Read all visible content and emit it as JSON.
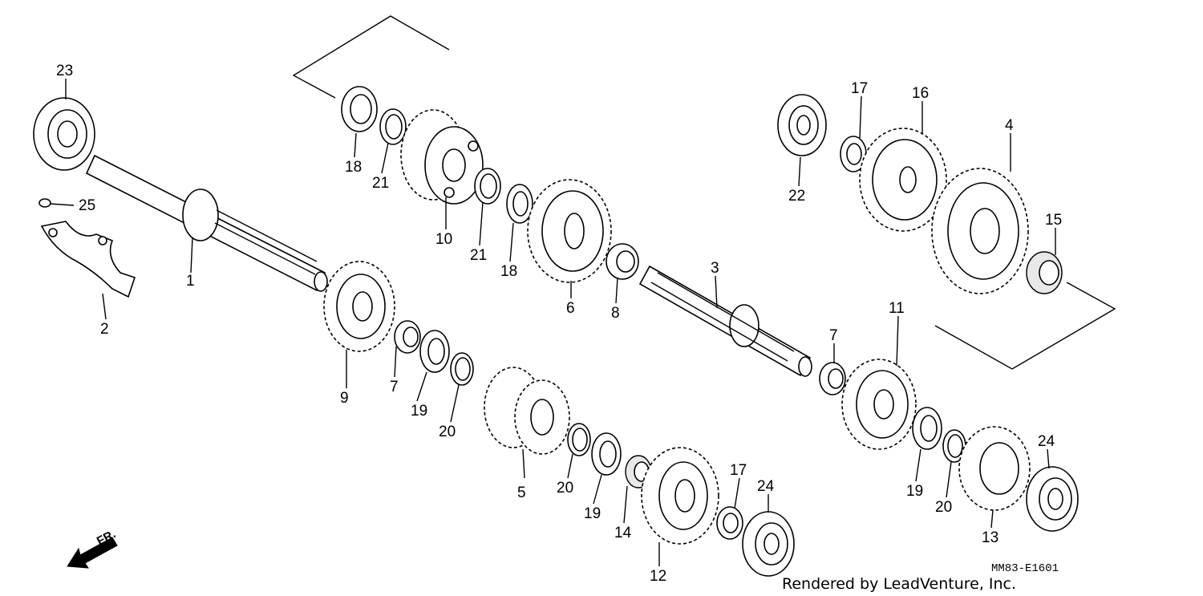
{
  "diagram": {
    "code": "MM83-E1601",
    "credit": "Rendered by LeadVenture, Inc.",
    "direction_label": "FR."
  },
  "callouts": [
    {
      "id": "c1",
      "label": "1"
    },
    {
      "id": "c2",
      "label": "2"
    },
    {
      "id": "c3",
      "label": "3"
    },
    {
      "id": "c4",
      "label": "4"
    },
    {
      "id": "c5",
      "label": "5"
    },
    {
      "id": "c6",
      "label": "6"
    },
    {
      "id": "c7a",
      "label": "7"
    },
    {
      "id": "c7b",
      "label": "7"
    },
    {
      "id": "c8",
      "label": "8"
    },
    {
      "id": "c9",
      "label": "9"
    },
    {
      "id": "c10",
      "label": "10"
    },
    {
      "id": "c11",
      "label": "11"
    },
    {
      "id": "c12",
      "label": "12"
    },
    {
      "id": "c13",
      "label": "13"
    },
    {
      "id": "c14",
      "label": "14"
    },
    {
      "id": "c15",
      "label": "15"
    },
    {
      "id": "c16",
      "label": "16"
    },
    {
      "id": "c17a",
      "label": "17"
    },
    {
      "id": "c17b",
      "label": "17"
    },
    {
      "id": "c18a",
      "label": "18"
    },
    {
      "id": "c18b",
      "label": "18"
    },
    {
      "id": "c19a",
      "label": "19"
    },
    {
      "id": "c19b",
      "label": "19"
    },
    {
      "id": "c19c",
      "label": "19"
    },
    {
      "id": "c20a",
      "label": "20"
    },
    {
      "id": "c20b",
      "label": "20"
    },
    {
      "id": "c20c",
      "label": "20"
    },
    {
      "id": "c21a",
      "label": "21"
    },
    {
      "id": "c21b",
      "label": "21"
    },
    {
      "id": "c22",
      "label": "22"
    },
    {
      "id": "c23",
      "label": "23"
    },
    {
      "id": "c24a",
      "label": "24"
    },
    {
      "id": "c24b",
      "label": "24"
    },
    {
      "id": "c25",
      "label": "25"
    }
  ]
}
